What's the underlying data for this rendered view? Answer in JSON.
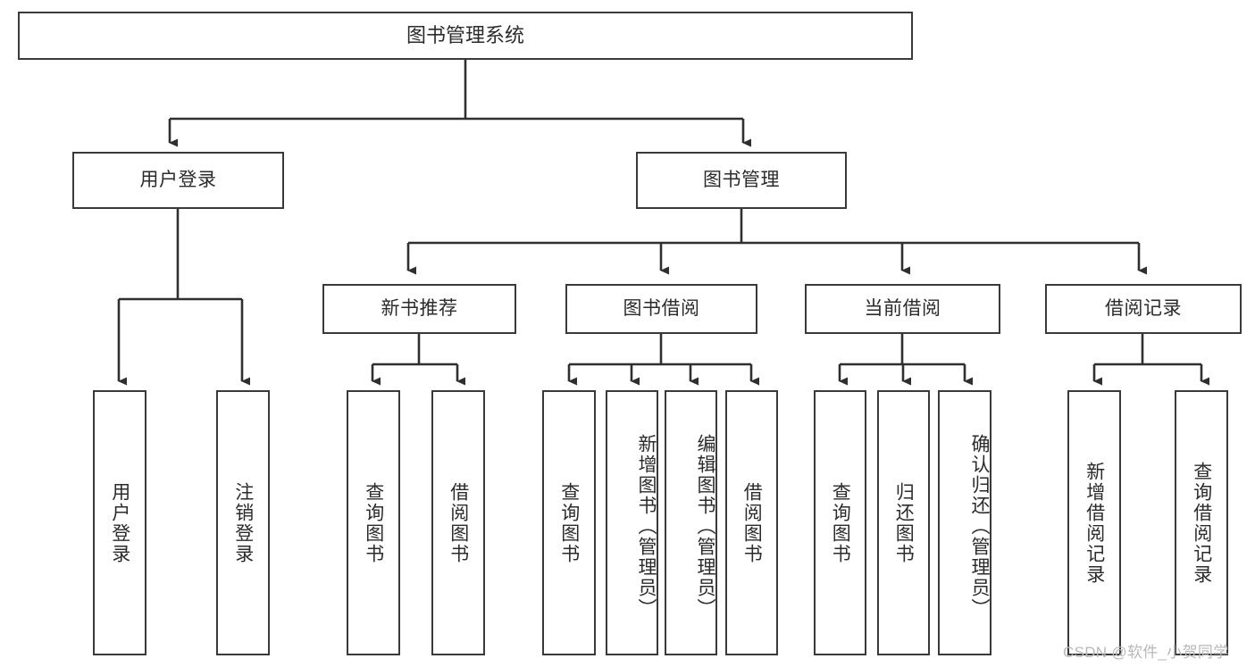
{
  "diagram": {
    "title": "图书管理系统",
    "type": "tree-hierarchy",
    "watermark": "CSDN @软件_小贺同学",
    "colors": {
      "box_border": "#3a3a3a",
      "box_fill": "#ffffff",
      "connector": "#2f2f2f",
      "text": "#2b2b2b",
      "watermark": "#b8b8b8",
      "background": "#ffffff"
    },
    "root": {
      "label": "图书管理系统"
    },
    "level2": [
      {
        "label": "用户登录"
      },
      {
        "label": "图书管理"
      }
    ],
    "level3": [
      {
        "label": "新书推荐"
      },
      {
        "label": "图书借阅"
      },
      {
        "label": "当前借阅"
      },
      {
        "label": "借阅记录"
      }
    ],
    "leaves": {
      "user_login": [
        {
          "label": "用户登录"
        },
        {
          "label": "注销登录"
        }
      ],
      "new_book_recommend": [
        {
          "label": "查询图书"
        },
        {
          "label": "借阅图书"
        }
      ],
      "book_borrow": [
        {
          "label": "查询图书"
        },
        {
          "label": "新增图书（管理员）"
        },
        {
          "label": "编辑图书（管理员）"
        },
        {
          "label": "借阅图书"
        }
      ],
      "current_borrow": [
        {
          "label": "查询图书"
        },
        {
          "label": "归还图书"
        },
        {
          "label": "确认归还（管理员）"
        }
      ],
      "borrow_record": [
        {
          "label": "新增借阅记录"
        },
        {
          "label": "查询借阅记录"
        }
      ]
    }
  }
}
